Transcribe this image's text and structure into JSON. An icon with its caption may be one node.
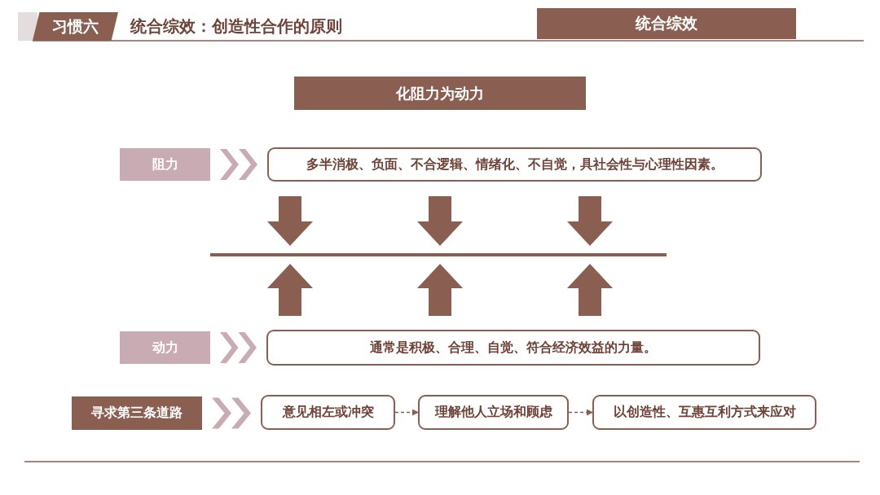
{
  "diagram": {
    "title": "统合综效：创造性合作的原则",
    "nodes": [
      {
        "text": [
          "习惯六"
        ]
      },
      {
        "text": [
          "统合综效"
        ]
      },
      {
        "text": [
          "化阻力为动力"
        ]
      },
      {
        "text": [
          "阻力"
        ]
      },
      {
        "text": [
          "多半消极、负面、不合逻辑、情绪化、不自觉，具社会性与心理性因素。"
        ]
      },
      {
        "text": [
          "动力"
        ]
      },
      {
        "text": [
          "通常是积极、合理、自觉、符合经济效益的力量。"
        ]
      },
      {
        "text": [
          "寻求第三条道路"
        ]
      },
      {
        "text": [
          "意见相左或冲突"
        ]
      },
      {
        "text": [
          "理解他人立场和顾虑"
        ]
      },
      {
        "text": [
          "以创造性、互惠互利方式来应对"
        ]
      }
    ],
    "edges": [
      {
        "from": 3,
        "to": 4,
        "arrow": "to"
      },
      {
        "from": 5,
        "to": 6,
        "arrow": "to"
      },
      {
        "from": 7,
        "to": 8,
        "arrow": "to"
      },
      {
        "from": 8,
        "to": 9,
        "arrow": "to",
        "style": "dashed"
      },
      {
        "from": 9,
        "to": 10,
        "arrow": "to",
        "style": "dashed"
      }
    ]
  }
}
